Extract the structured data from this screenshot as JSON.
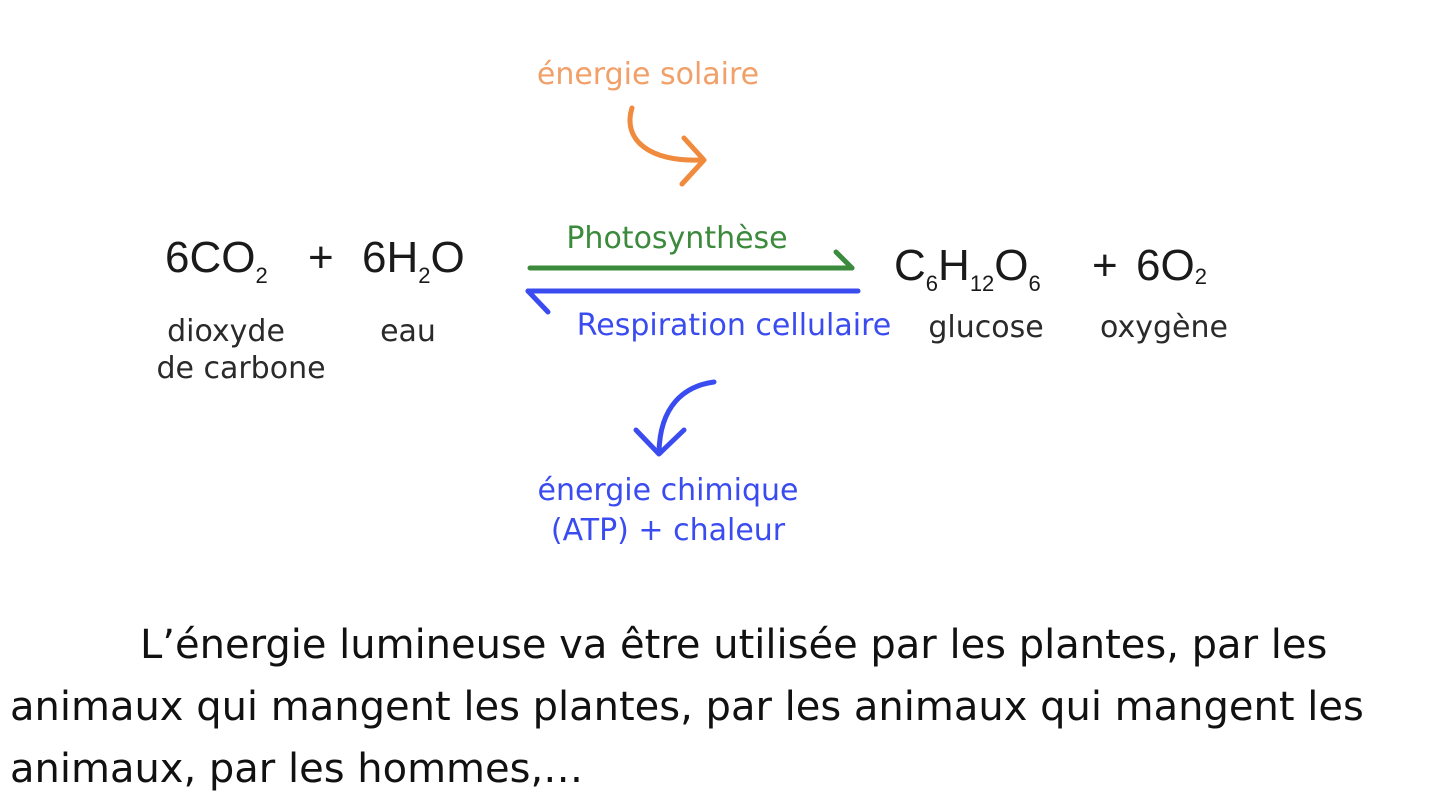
{
  "diagram": {
    "solar_energy": "énergie solaire",
    "reactants": {
      "co2": {
        "coef": "6CO",
        "sub": "2"
      },
      "plus_1": "+",
      "h2o": {
        "pre": "6H",
        "sub": "2",
        "post": "O"
      }
    },
    "products": {
      "glucose": {
        "c": "C",
        "c_sub": "6",
        "h": "H",
        "h_sub": "12",
        "o": "O",
        "o_sub": "6"
      },
      "plus_2": "+",
      "o2": {
        "coef": "6O",
        "sub": "2"
      }
    },
    "labels": {
      "co2_line1": "dioxyde",
      "co2_line2": "de carbone",
      "water": "eau",
      "glucose": "glucose",
      "oxygen": "oxygène"
    },
    "photosynthesis": "Photosynthèse",
    "respiration": "Respiration cellulaire",
    "chemical_energy_line1": "énergie chimique",
    "chemical_energy_line2": "(ATP) + chaleur",
    "colors": {
      "solar": "#f0a068",
      "solar_arrow": "#f08a3c",
      "photosynthesis": "#3c8a3c",
      "respiration": "#3a4cf0"
    },
    "icons": {
      "solar_arrow": "curved-arrow-down-right-icon",
      "photosynthesis_arrow": "half-arrow-right-icon",
      "respiration_arrow": "half-arrow-left-icon",
      "chemical_arrow": "curved-arrow-down-icon"
    }
  },
  "paragraph": {
    "text": "L’énergie lumineuse va être utilisée par les plantes, par les animaux qui mangent les plantes, par les animaux qui mangent les animaux, par les hommes,…"
  }
}
